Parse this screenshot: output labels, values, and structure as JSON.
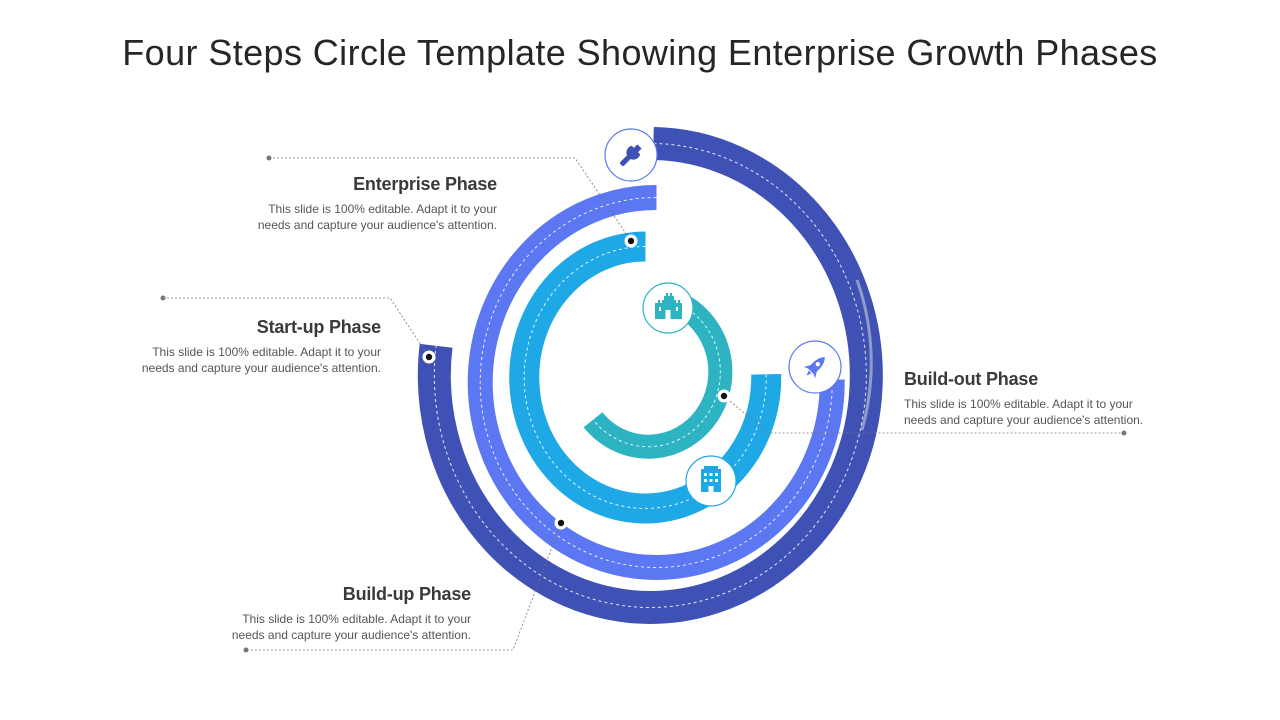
{
  "title": "Four Steps Circle Template Showing Enterprise Growth Phases",
  "colors": {
    "outer_ring": "#3f51b5",
    "second_ring": "#5b78f2",
    "third_ring": "#1ea8e6",
    "inner_ring": "#2eb3c3",
    "icon_stroke": "#5b78f2",
    "text_heading": "#3a3a3a",
    "text_body": "#555555",
    "leader_line": "#777777"
  },
  "phases": [
    {
      "id": "enterprise",
      "heading": "Enterprise Phase",
      "description_line1": "This slide is 100% editable. Adapt it to your",
      "description_line2": "needs and capture your audience's attention.",
      "icon": "wrench-icon"
    },
    {
      "id": "startup",
      "heading": "Start-up Phase",
      "description_line1": "This slide is 100% editable. Adapt it to your",
      "description_line2": "needs and capture your audience's attention.",
      "icon": "castle-icon"
    },
    {
      "id": "buildout",
      "heading": "Build-out Phase",
      "description_line1": "This slide is 100% editable. Adapt it to your",
      "description_line2": "needs and capture your audience's attention.",
      "icon": "rocket-icon"
    },
    {
      "id": "buildup",
      "heading": "Build-up Phase",
      "description_line1": "This slide is 100% editable. Adapt it to your",
      "description_line2": "needs and capture your audience's attention.",
      "icon": "office-building-icon"
    }
  ]
}
